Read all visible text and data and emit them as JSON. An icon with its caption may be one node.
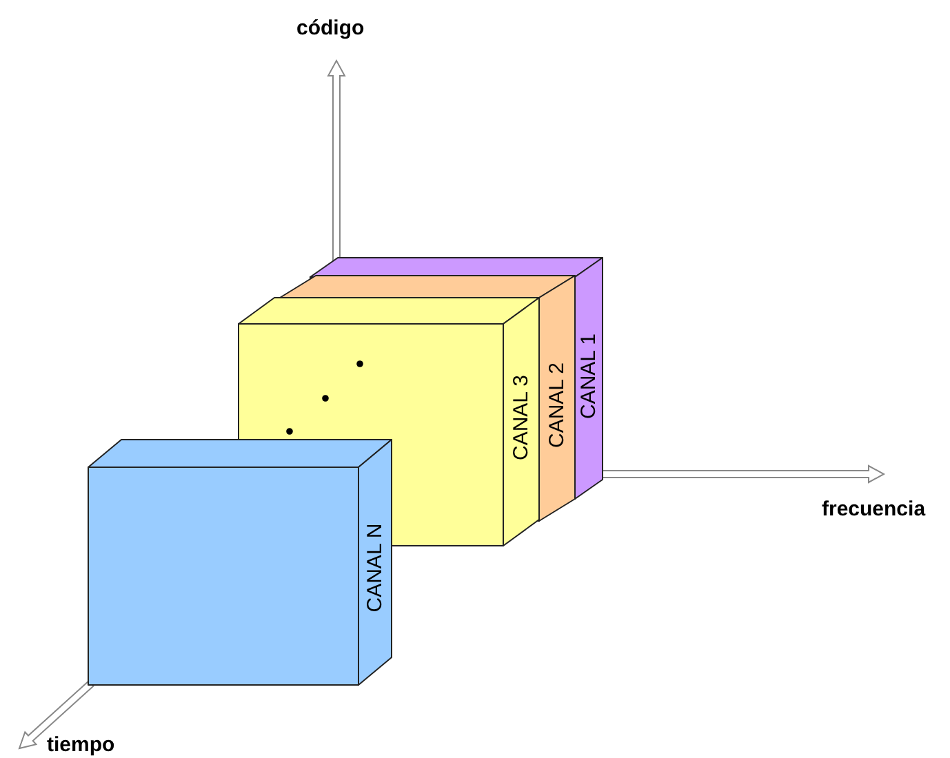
{
  "diagram": {
    "nodes": [
      {
        "text": [
          "CANAL 1"
        ]
      },
      {
        "text": [
          "CANAL 2"
        ]
      },
      {
        "text": [
          "CANAL 3"
        ]
      },
      {
        "text": [
          "CANAL N"
        ]
      }
    ],
    "labels": [
      "código",
      "frecuencia",
      "tiempo"
    ]
  }
}
